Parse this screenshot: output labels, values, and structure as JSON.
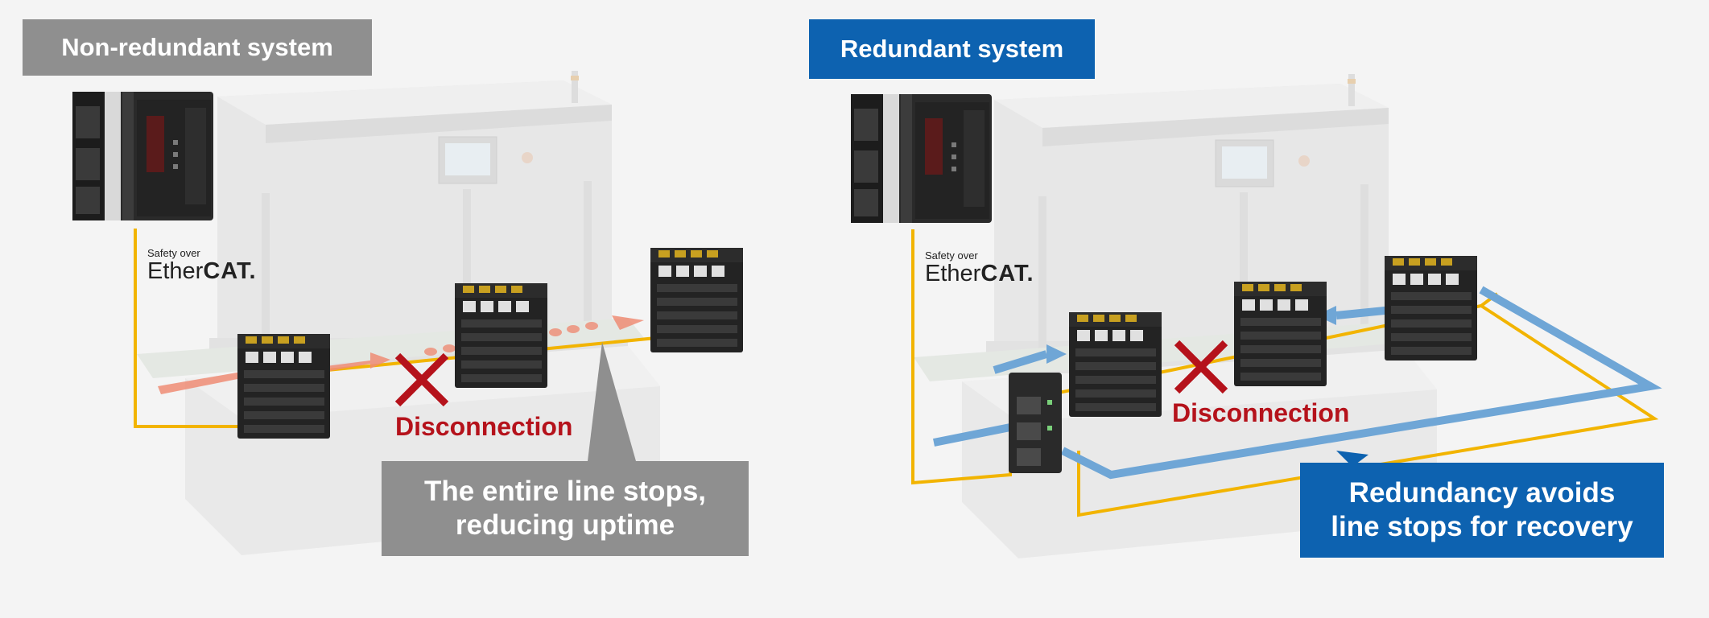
{
  "left_panel": {
    "title": "Non-redundant system",
    "disconnection_label": "Disconnection",
    "callout_line1": "The entire line stops,",
    "callout_line2": "reducing uptime",
    "network_small": "Safety over",
    "network_big_light": "Ether",
    "network_big_bold": "CAT."
  },
  "right_panel": {
    "title": "Redundant system",
    "disconnection_label": "Disconnection",
    "callout_line1": "Redundancy avoids",
    "callout_line2": "line stops for recovery",
    "network_small": "Safety over",
    "network_big_light": "Ether",
    "network_big_bold": "CAT."
  },
  "colors": {
    "gray_label": "#8f8f8f",
    "blue_label": "#0d62b0",
    "cable_yellow": "#f2b400",
    "flow_red": "#e8735a",
    "flow_blue": "#6fa6d6",
    "cross_red": "#b5121b"
  },
  "icons": [
    "controller-icon",
    "io-module-icon",
    "disconnect-cross-icon",
    "flow-arrow-icon",
    "junction-device-icon",
    "machine-icon"
  ]
}
